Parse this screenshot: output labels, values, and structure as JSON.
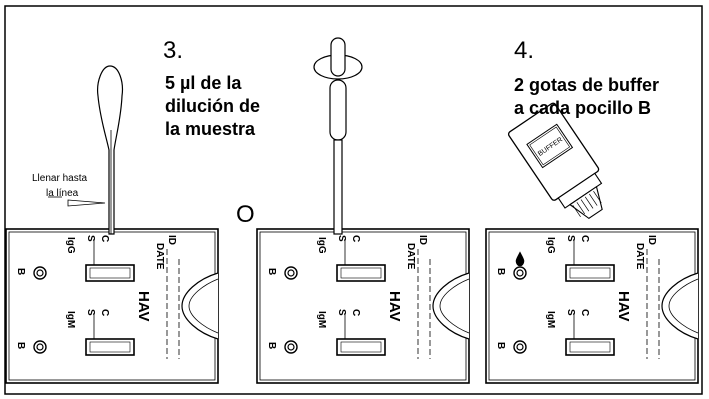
{
  "step3": {
    "number": "3.",
    "lines": [
      "5 µl de la",
      "dilución de",
      "la muestra"
    ]
  },
  "step4": {
    "number": "4.",
    "lines": [
      "2 gotas de buffer",
      "a cada pocillo B"
    ]
  },
  "fill_note": {
    "line1": "Llenar hasta",
    "line2": "la línea"
  },
  "or_label": "O",
  "bottle_label": "BUFFER",
  "cassette": {
    "title": "HAV",
    "id_label": "ID",
    "date_label": "DATE",
    "rows": [
      {
        "name": "IgG",
        "s": "S",
        "c": "C",
        "well": "B"
      },
      {
        "name": "IgM",
        "s": "S",
        "c": "C",
        "well": "B"
      }
    ]
  }
}
